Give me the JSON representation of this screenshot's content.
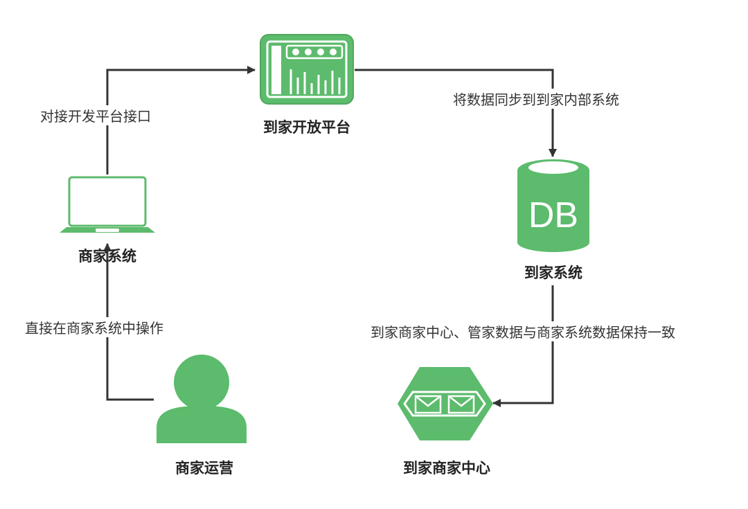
{
  "colors": {
    "fill": "#5CBB6C",
    "stroke": "#4FA85E",
    "edge": "#333333",
    "text": "#222222"
  },
  "nodes": {
    "open_platform": {
      "label": "到家开放平台",
      "icon": "dashboard-window-icon"
    },
    "merchant_system": {
      "label": "商家系统",
      "icon": "laptop-icon"
    },
    "daojia_system": {
      "label": "到家系统",
      "icon": "database-icon",
      "glyph": "DB"
    },
    "merchant_ops": {
      "label": "商家运营",
      "icon": "person-icon"
    },
    "merchant_center": {
      "label": "到家商家中心",
      "icon": "mail-hexagon-icon"
    }
  },
  "edges": {
    "merchant_to_platform": "对接开发平台接口",
    "platform_to_db": "将数据同步到到家内部系统",
    "ops_to_merchant": "直接在商家系统中操作",
    "db_to_center": "到家商家中心、管家数据与商家系统数据保持一致"
  }
}
